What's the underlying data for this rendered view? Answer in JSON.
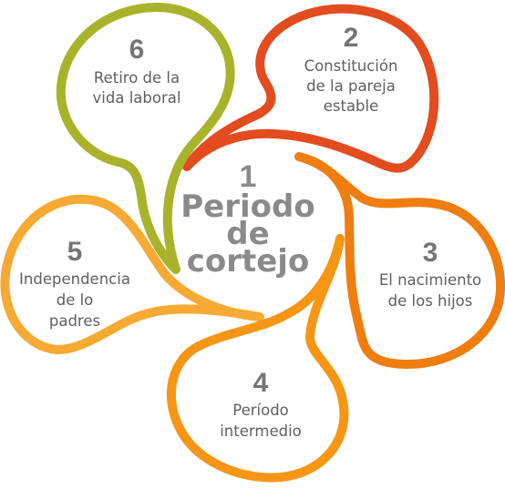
{
  "center": {
    "number": "1",
    "label_lines": [
      "Periodo",
      "de",
      "cortejo"
    ]
  },
  "stages": [
    {
      "id": "retiro",
      "number": "6",
      "label_lines": [
        "Retiro de la",
        "vida laboral"
      ],
      "color": "#a8b32b"
    },
    {
      "id": "constitucion",
      "number": "2",
      "label_lines": [
        "Constitución",
        "de la pareja",
        "estable"
      ],
      "color": "#e24c1f"
    },
    {
      "id": "nacimiento",
      "number": "3",
      "label_lines": [
        "El nacimiento",
        "de los hijos"
      ],
      "color": "#ef7d10"
    },
    {
      "id": "intermedio",
      "number": "4",
      "label_lines": [
        "Período",
        "intermedio"
      ],
      "color": "#f79514"
    },
    {
      "id": "independencia",
      "number": "5",
      "label_lines": [
        "Independencia",
        "de lo",
        "padres"
      ],
      "color": "#f6a933"
    }
  ]
}
